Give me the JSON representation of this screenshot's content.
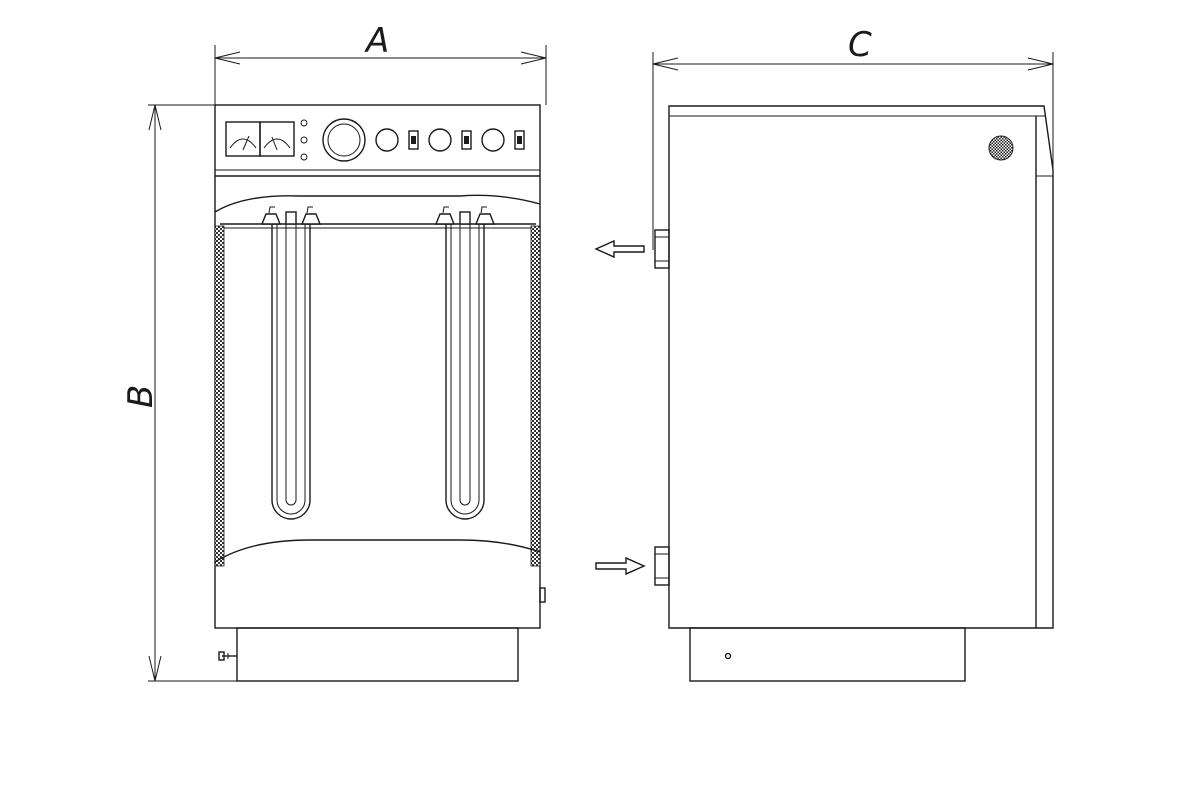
{
  "dimensions": {
    "width_label": "A",
    "height_label": "B",
    "depth_label": "C"
  }
}
